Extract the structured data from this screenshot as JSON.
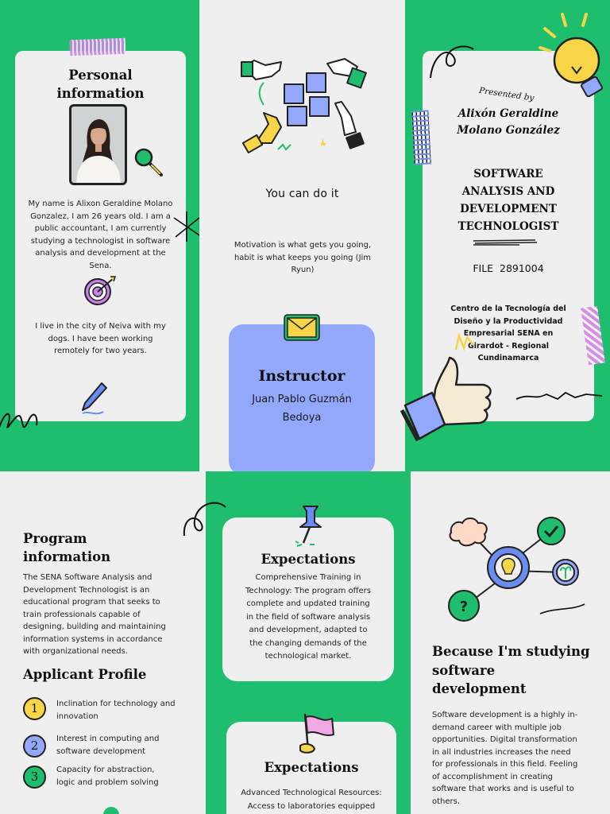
{
  "personal": {
    "title_line1": "Personal",
    "title_line2": "information",
    "bio": "My name is Alixon Geraldine Molano Gonzalez, I am 26 years old. I am a public accountant, I am currently studying a technologist in software analysis and development at the Sena.",
    "city": "I live in the city of Neiva with my dogs. I have been working remotely for two years."
  },
  "motivation": {
    "heading": "You can do it",
    "quote": "Motivation is what gets you going, habit is what keeps you going (Jim Ryun)"
  },
  "instructor": {
    "title": "Instructor",
    "name": "Juan Pablo Guzmán Bedoya"
  },
  "cover": {
    "presented_by": "Presented by",
    "author_line1": "Alixón Geraldine",
    "author_line2": "Molano González",
    "title": "SOFTWARE ANALYSIS AND DEVELOPMENT TECHNOLOGIST",
    "file": "FILE  2891004",
    "institution": "Centro de la Tecnología del Diseño y la Productividad Empresarial SENA en Girardot - Regional Cundinamarca"
  },
  "program": {
    "title_line1": "Program",
    "title_line2": "information",
    "description": "The SENA Software Analysis and Development Technologist is an educational program that seeks to train professionals capable of designing, building and maintaining information systems in accordance with organizational needs."
  },
  "applicant": {
    "title": "Applicant Profile",
    "items": [
      {
        "number": "1",
        "text": "Inclination for technology and innovation"
      },
      {
        "number": "2",
        "text": "Interest in computing and software development"
      },
      {
        "number": "3",
        "text": "Capacity for abstraction, logic and problem solving"
      }
    ]
  },
  "expectations": [
    {
      "title": "Expectations",
      "text": "Comprehensive Training in Technology: The program offers complete and updated training in the field of software analysis and development, adapted to the changing demands of the technological market."
    },
    {
      "title": "Expectations",
      "text": "Advanced Technological Resources: Access to laboratories equipped"
    }
  ],
  "because": {
    "title": "Because I'm studying software development",
    "text": "Software development is a highly in-demand career with multiple job opportunities. Digital transformation in all industries increases the need for professionals in this field. Feeling of accomplishment in creating software that works and is useful to others."
  },
  "colors": {
    "green": "#1fbe6e",
    "card": "#efefef",
    "instructor_card": "#94a8fb",
    "accent_yellow": "#f6d548",
    "accent_purple": "#b07fe0"
  },
  "icons": [
    "magnifier-icon",
    "target-icon",
    "pencil-icon",
    "envelope-icon",
    "puzzle-hands-icon",
    "lightbulb-icon",
    "thumbs-up-icon",
    "pushpin-icon",
    "flag-icon",
    "idea-network-icon"
  ]
}
